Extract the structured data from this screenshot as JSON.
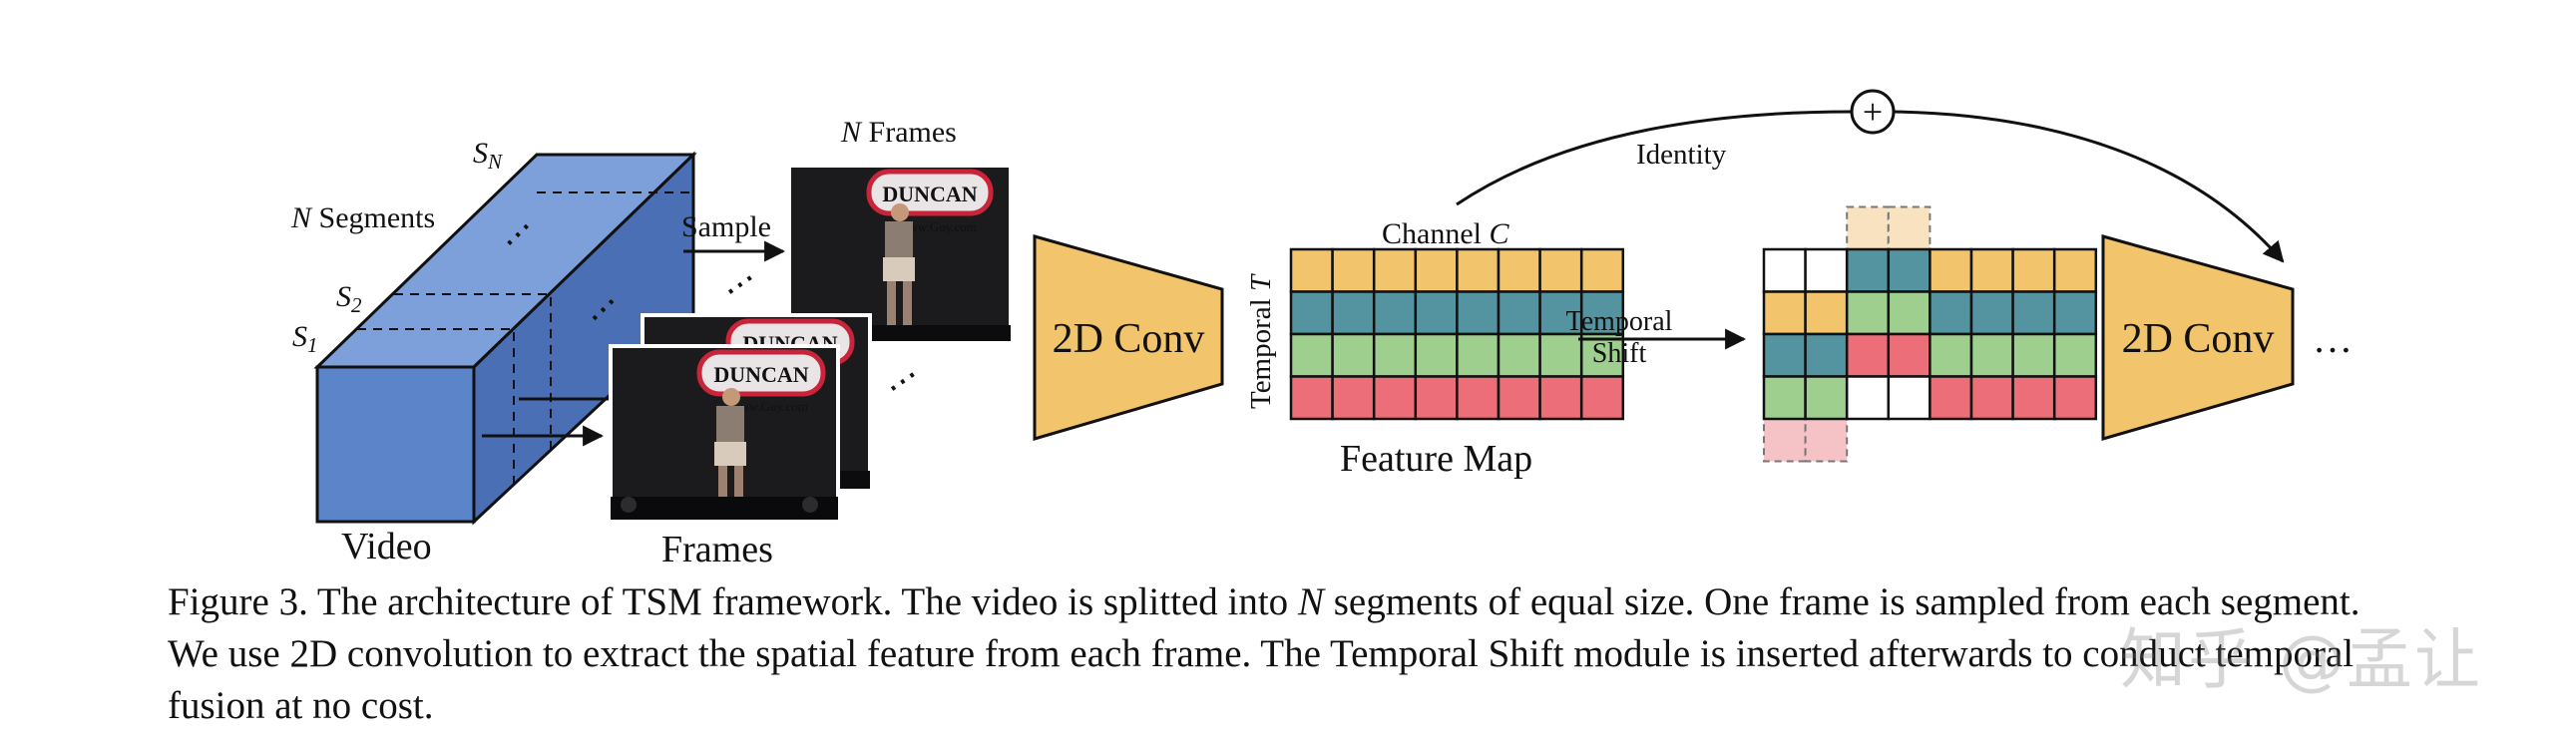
{
  "labels": {
    "segment_n": "S",
    "segment_n_sub": "N",
    "segment_2": "S",
    "segment_2_sub": "2",
    "segment_1": "S",
    "segment_1_sub": "1",
    "n_segments_italic": "N",
    "n_segments": " Segments",
    "video": "Video",
    "frames": "Frames",
    "n_frames_italic": "N",
    "n_frames": " Frames",
    "sample": "Sample",
    "conv1": "2D Conv",
    "conv2": "2D Conv",
    "ellipsis_end": "…",
    "identity": "Identity",
    "plus": "+",
    "channel": "Channel ",
    "channel_italic": "C",
    "temporal_axis": "Temporal ",
    "temporal_axis_italic": "T",
    "feature_map": "Feature Map",
    "temporal_shift_1": "Temporal",
    "temporal_shift_2": "Shift",
    "frame_sign": "DUNCAN",
    "frame_url": "www.Guy.com"
  },
  "colors": {
    "cube_front": "#5b84c9",
    "cube_top": "#7ea0da",
    "cube_side": "#4a6fb5",
    "trapezoid": "#f2c46b",
    "row_yellow": "#f2c46b",
    "row_teal": "#5494a0",
    "row_green": "#9fcf8f",
    "row_red": "#ec6e79",
    "shift_top_ghost": "#f8e2c0",
    "shift_bottom_ghost": "#f5c2c6"
  },
  "caption": {
    "line1_a": "Figure 3. The architecture of TSM framework. The video is splitted into ",
    "line1_n": "N",
    "line1_b": " segments of equal size. One frame is sampled from each segment.",
    "line2": "We use 2D convolution to extract the spatial feature from each frame. The Temporal Shift module is inserted afterwards to conduct temporal",
    "line3": "fusion at no cost."
  },
  "watermark": "知乎 @孟让"
}
